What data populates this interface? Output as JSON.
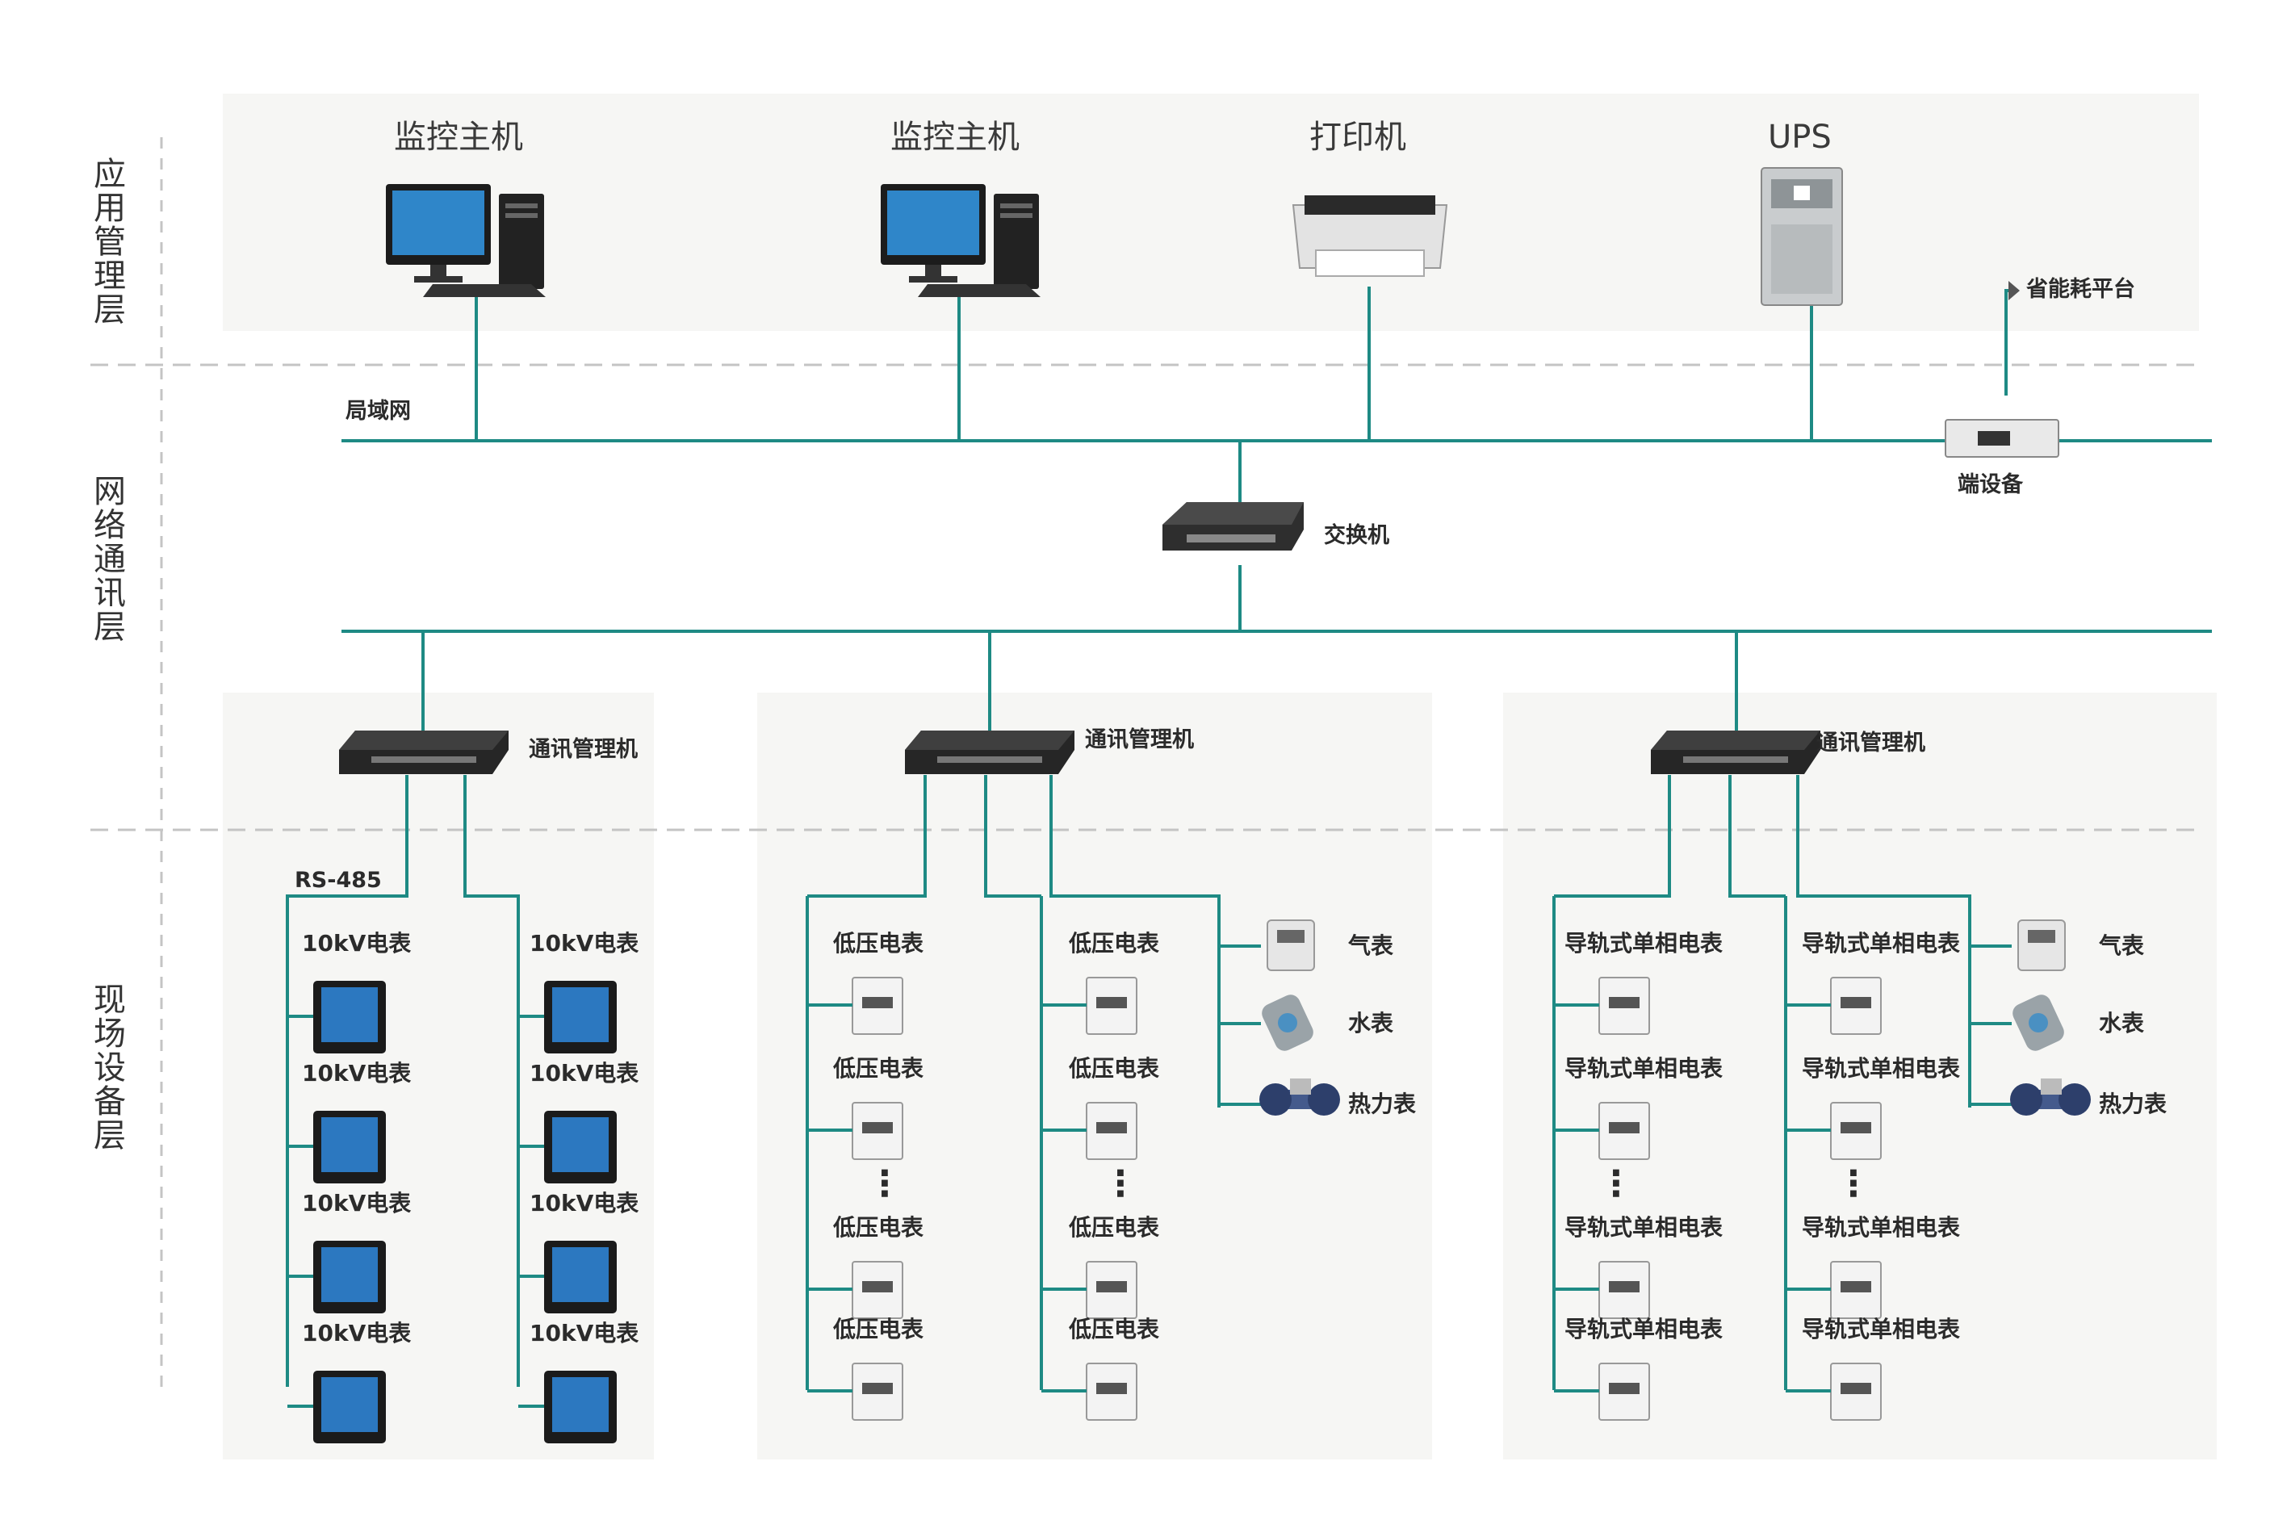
{
  "layers": [
    "应用管理层",
    "网络通讯层",
    "现场设备层"
  ],
  "top_devices": [
    {
      "label": "监控主机",
      "icon": "computer-icon"
    },
    {
      "label": "监控主机",
      "icon": "computer-icon"
    },
    {
      "label": "打印机",
      "icon": "printer-icon"
    },
    {
      "label": "UPS",
      "icon": "ups-icon"
    }
  ],
  "platform_label": "省能耗平台",
  "terminal_label": "端设备",
  "lan_label": "局域网",
  "switch_label": "交换机",
  "gateway_label": "通讯管理机",
  "rs485_label": "RS-485",
  "group1": {
    "left": [
      "10kV电表",
      "10kV电表",
      "10kV电表",
      "10kV电表"
    ],
    "right": [
      "10kV电表",
      "10kV电表",
      "10kV电表",
      "10kV电表"
    ]
  },
  "group2": {
    "col1": [
      "低压电表",
      "低压电表",
      "低压电表",
      "低压电表"
    ],
    "col2": [
      "低压电表",
      "低压电表",
      "低压电表",
      "低压电表"
    ],
    "meters": [
      "气表",
      "水表",
      "热力表"
    ]
  },
  "group3": {
    "col1": [
      "导轨式单相电表",
      "导轨式单相电表",
      "导轨式单相电表",
      "导轨式单相电表"
    ],
    "col2": [
      "导轨式单相电表",
      "导轨式单相电表",
      "导轨式单相电表",
      "导轨式单相电表"
    ],
    "meters": [
      "气表",
      "水表",
      "热力表"
    ]
  },
  "ellipsis": "⋮",
  "colors": {
    "line": "#1e8a84",
    "panel": "#f6f6f4",
    "divider": "#c4c4c4"
  }
}
